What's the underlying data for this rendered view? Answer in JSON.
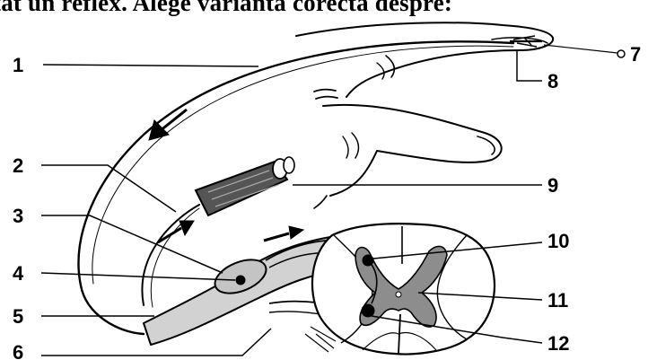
{
  "heading": "tat un reflex. Alege varianta corectă despre:",
  "labels": {
    "l1": "1",
    "l2": "2",
    "l3": "3",
    "l4": "4",
    "l5": "5",
    "l6": "6",
    "l7": "7",
    "l8": "8",
    "l9": "9",
    "l10": "10",
    "l11": "11",
    "l12": "12"
  },
  "colors": {
    "ink": "#000000",
    "shade": "#c8c8c8",
    "dark_shade": "#8a8a8a",
    "background": "#ffffff"
  }
}
